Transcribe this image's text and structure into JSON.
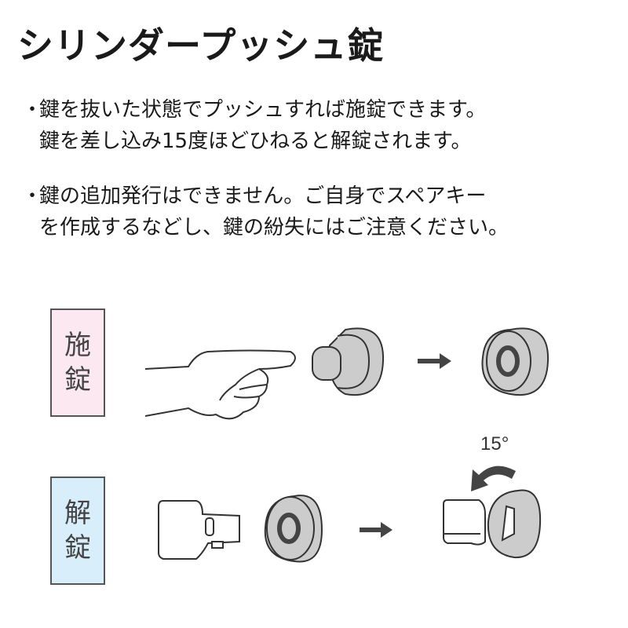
{
  "title": "シリンダープッシュ錠",
  "bullets": [
    {
      "dot": "・",
      "lines": [
        "鍵を抜いた状態でプッシュすれば施錠できます。",
        "鍵を差し込み15度ほどひねると解錠されます。"
      ]
    },
    {
      "dot": "・",
      "lines": [
        "鍵の追加発行はできません。ご自身でスペアキー",
        "を作成するなどし、鍵の紛失にはご注意ください。"
      ]
    }
  ],
  "diagram": {
    "lock_label": [
      "施",
      "錠"
    ],
    "unlock_label": [
      "解",
      "錠"
    ],
    "rotation_label": "15°",
    "colors": {
      "lock_bg": "#fce8f0",
      "unlock_bg": "#d9eefb",
      "cylinder": "#cccccc"
    }
  }
}
